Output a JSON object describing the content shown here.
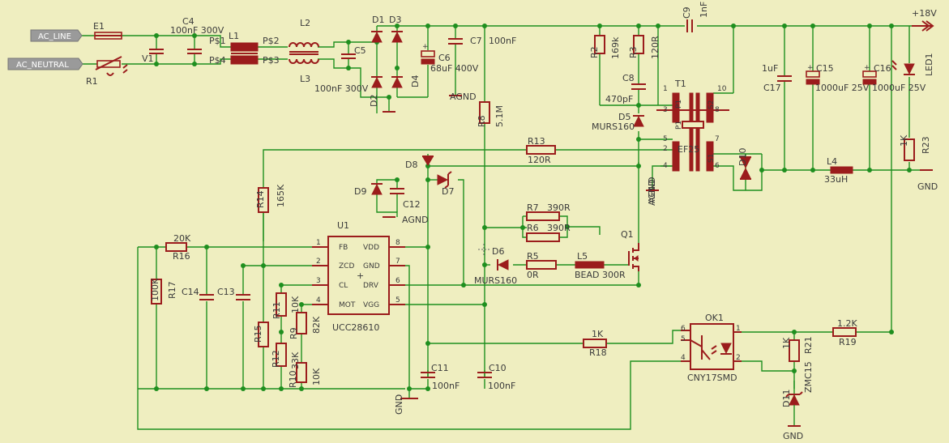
{
  "ports": {
    "ac_line": "AC_LINE",
    "ac_neutral": "AC_NEUTRAL",
    "v_out": "+18V"
  },
  "labels": {
    "E1": "E1",
    "C4": "C4",
    "C4v": "100nF 300V",
    "L1": "L1",
    "PS1": "P$1",
    "PS2": "P$2",
    "PS3": "P$3",
    "PS4": "P$4",
    "L2": "L2",
    "L3": "L3",
    "R1": "R1",
    "V1": "V1",
    "C5": "C5",
    "C5v": "100nF 300V",
    "D1": "D1",
    "D2": "D2",
    "D3": "D3",
    "D4": "D4",
    "C7": "C7",
    "C7v": "100nF",
    "C6": "C6",
    "C6v": "68uF 400V",
    "AGND1": "AGND",
    "AGND2": "AGND",
    "AGND3": "AGND",
    "AGND4": "AGND",
    "R2": "R2",
    "R2v": "169k",
    "R3": "R3",
    "R3v": "120R",
    "C8": "C8",
    "C8v": "470pF",
    "C9": "C9",
    "C9v": "1nF",
    "T1": "T1",
    "T1p1": "P1",
    "T1p1b": "P1",
    "T1s2": "S2",
    "T1s1": "S1",
    "T1t": "EF25",
    "n1": "1",
    "n10": "10",
    "n3": "3",
    "n8": "8",
    "n5": "5",
    "n7": "7",
    "n2": "2",
    "n4": "4",
    "n6": "6",
    "D5": "D5",
    "D5v": "MURS160",
    "C17": "C17",
    "C17v": "1uF",
    "C15": "C15",
    "C15v": "1000uF 25V",
    "C16": "C16",
    "C16v": "1000uF 25V",
    "LED1": "LED1",
    "R8": "R8",
    "R8v": "5.1M",
    "R13": "R13",
    "R13v": "120R",
    "R23": "R23",
    "R23v": "1K",
    "D10": "D10",
    "L4": "L4",
    "L4v": "33uH",
    "GND1": "GND",
    "GND2": "GND",
    "R14": "R14",
    "R14v": "165K",
    "D8": "D8",
    "D7": "D7",
    "D9": "D9",
    "C12": "C12",
    "R7": "R7",
    "R7v": "390R",
    "R6": "R6",
    "R6v": "390R",
    "D6": "D6",
    "D6v": "MURS160",
    "R5": "R5",
    "R5v": "0R",
    "L5": "L5",
    "L5v": "BEAD 300R",
    "Q1": "Q1",
    "U1": "U1",
    "U1v": "UCC28610",
    "FB": "FB",
    "VDD": "VDD",
    "ZCD": "ZCD",
    "GNDp": "GND",
    "CL": "CL",
    "DRV": "DRV",
    "MOT": "MOT",
    "VGG": "VGG",
    "u1p1": "1",
    "u1p2": "2",
    "u1p3": "3",
    "u1p4": "4",
    "u1p5": "5",
    "u1p6": "6",
    "u1p7": "7",
    "u1p8": "8",
    "R16": "R16",
    "R16v": "20K",
    "R17": "R17",
    "R17v": "100K",
    "C14": "C14",
    "C13": "C13",
    "R15": "R15",
    "R11": "R11",
    "R11v": "10K",
    "R12": "R12",
    "R9": "R9",
    "R9v": "82K",
    "R10": "R10",
    "R10v": "33K",
    "R10b": "10K",
    "C11": "C11",
    "C11v": "100nF",
    "C10": "C10",
    "C10v": "100nF",
    "R18": "R18",
    "R18v": "1K",
    "OK1": "OK1",
    "OK1v": "CNY17SMD",
    "ok1": "1",
    "ok2": "2",
    "ok4": "4",
    "ok5": "5",
    "ok6": "6",
    "R19": "R19",
    "R19v": "1.2K",
    "R21": "R21",
    "R21v": "1K",
    "D11": "D11",
    "D11v": "ZMC15"
  }
}
